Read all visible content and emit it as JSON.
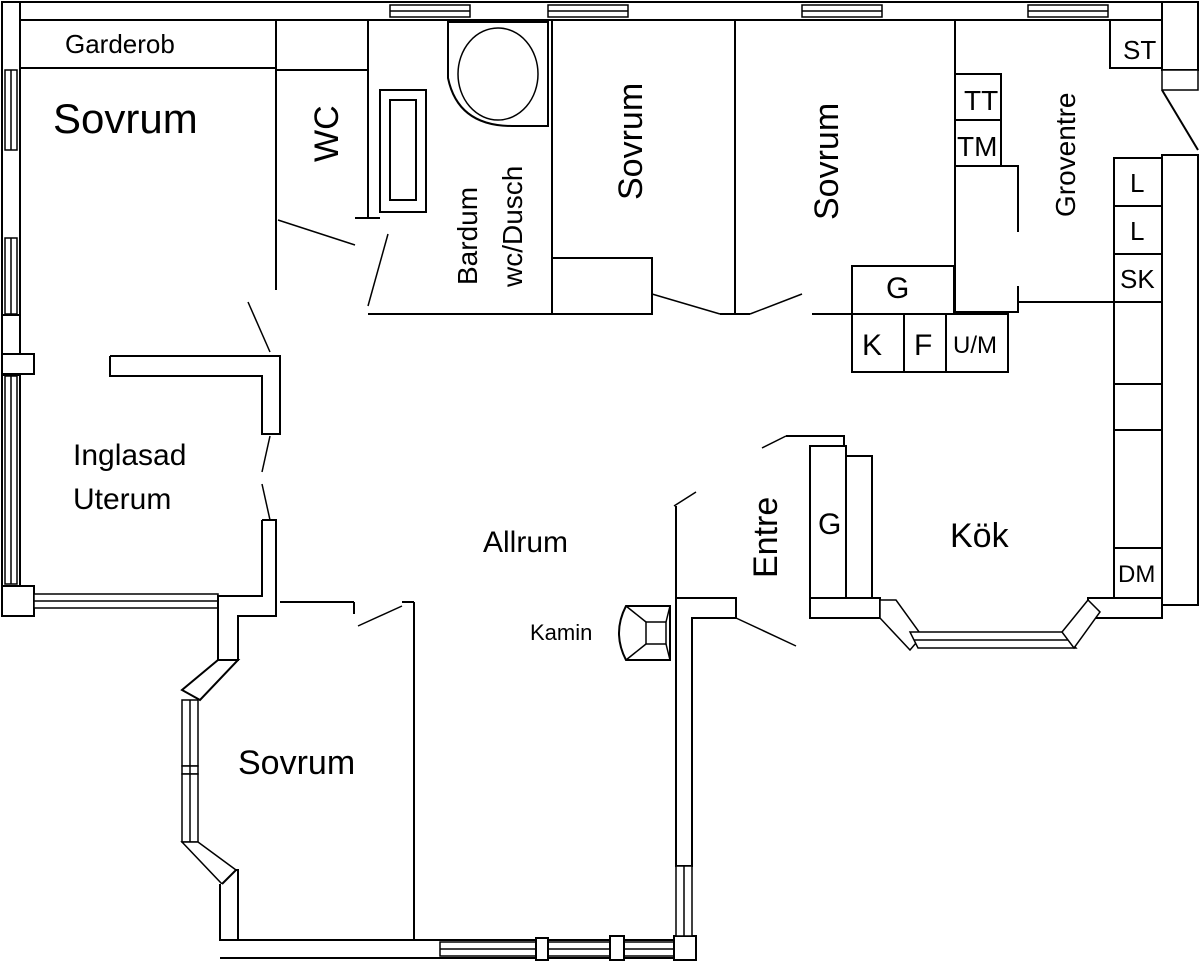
{
  "plan": {
    "rooms": {
      "garderob": "Garderob",
      "sovrum_main": "Sovrum",
      "wc": "WC",
      "bardum_1": "Bardum",
      "bardum_2": "wc/Dusch",
      "sovrum_2": "Sovrum",
      "sovrum_3": "Sovrum",
      "groventre": "Groventre",
      "inglasad_1": "Inglasad",
      "inglasad_2": "Uterum",
      "allrum": "Allrum",
      "entre": "Entre",
      "kok": "Kök",
      "sovrum_4": "Sovrum",
      "kamin": "Kamin"
    },
    "fixtures": {
      "st": "ST",
      "tt": "TT",
      "tm": "TM",
      "l1": "L",
      "l2": "L",
      "sk": "SK",
      "g_top": "G",
      "k": "K",
      "f": "F",
      "um": "U/M",
      "g_entre": "G",
      "dm": "DM"
    }
  }
}
